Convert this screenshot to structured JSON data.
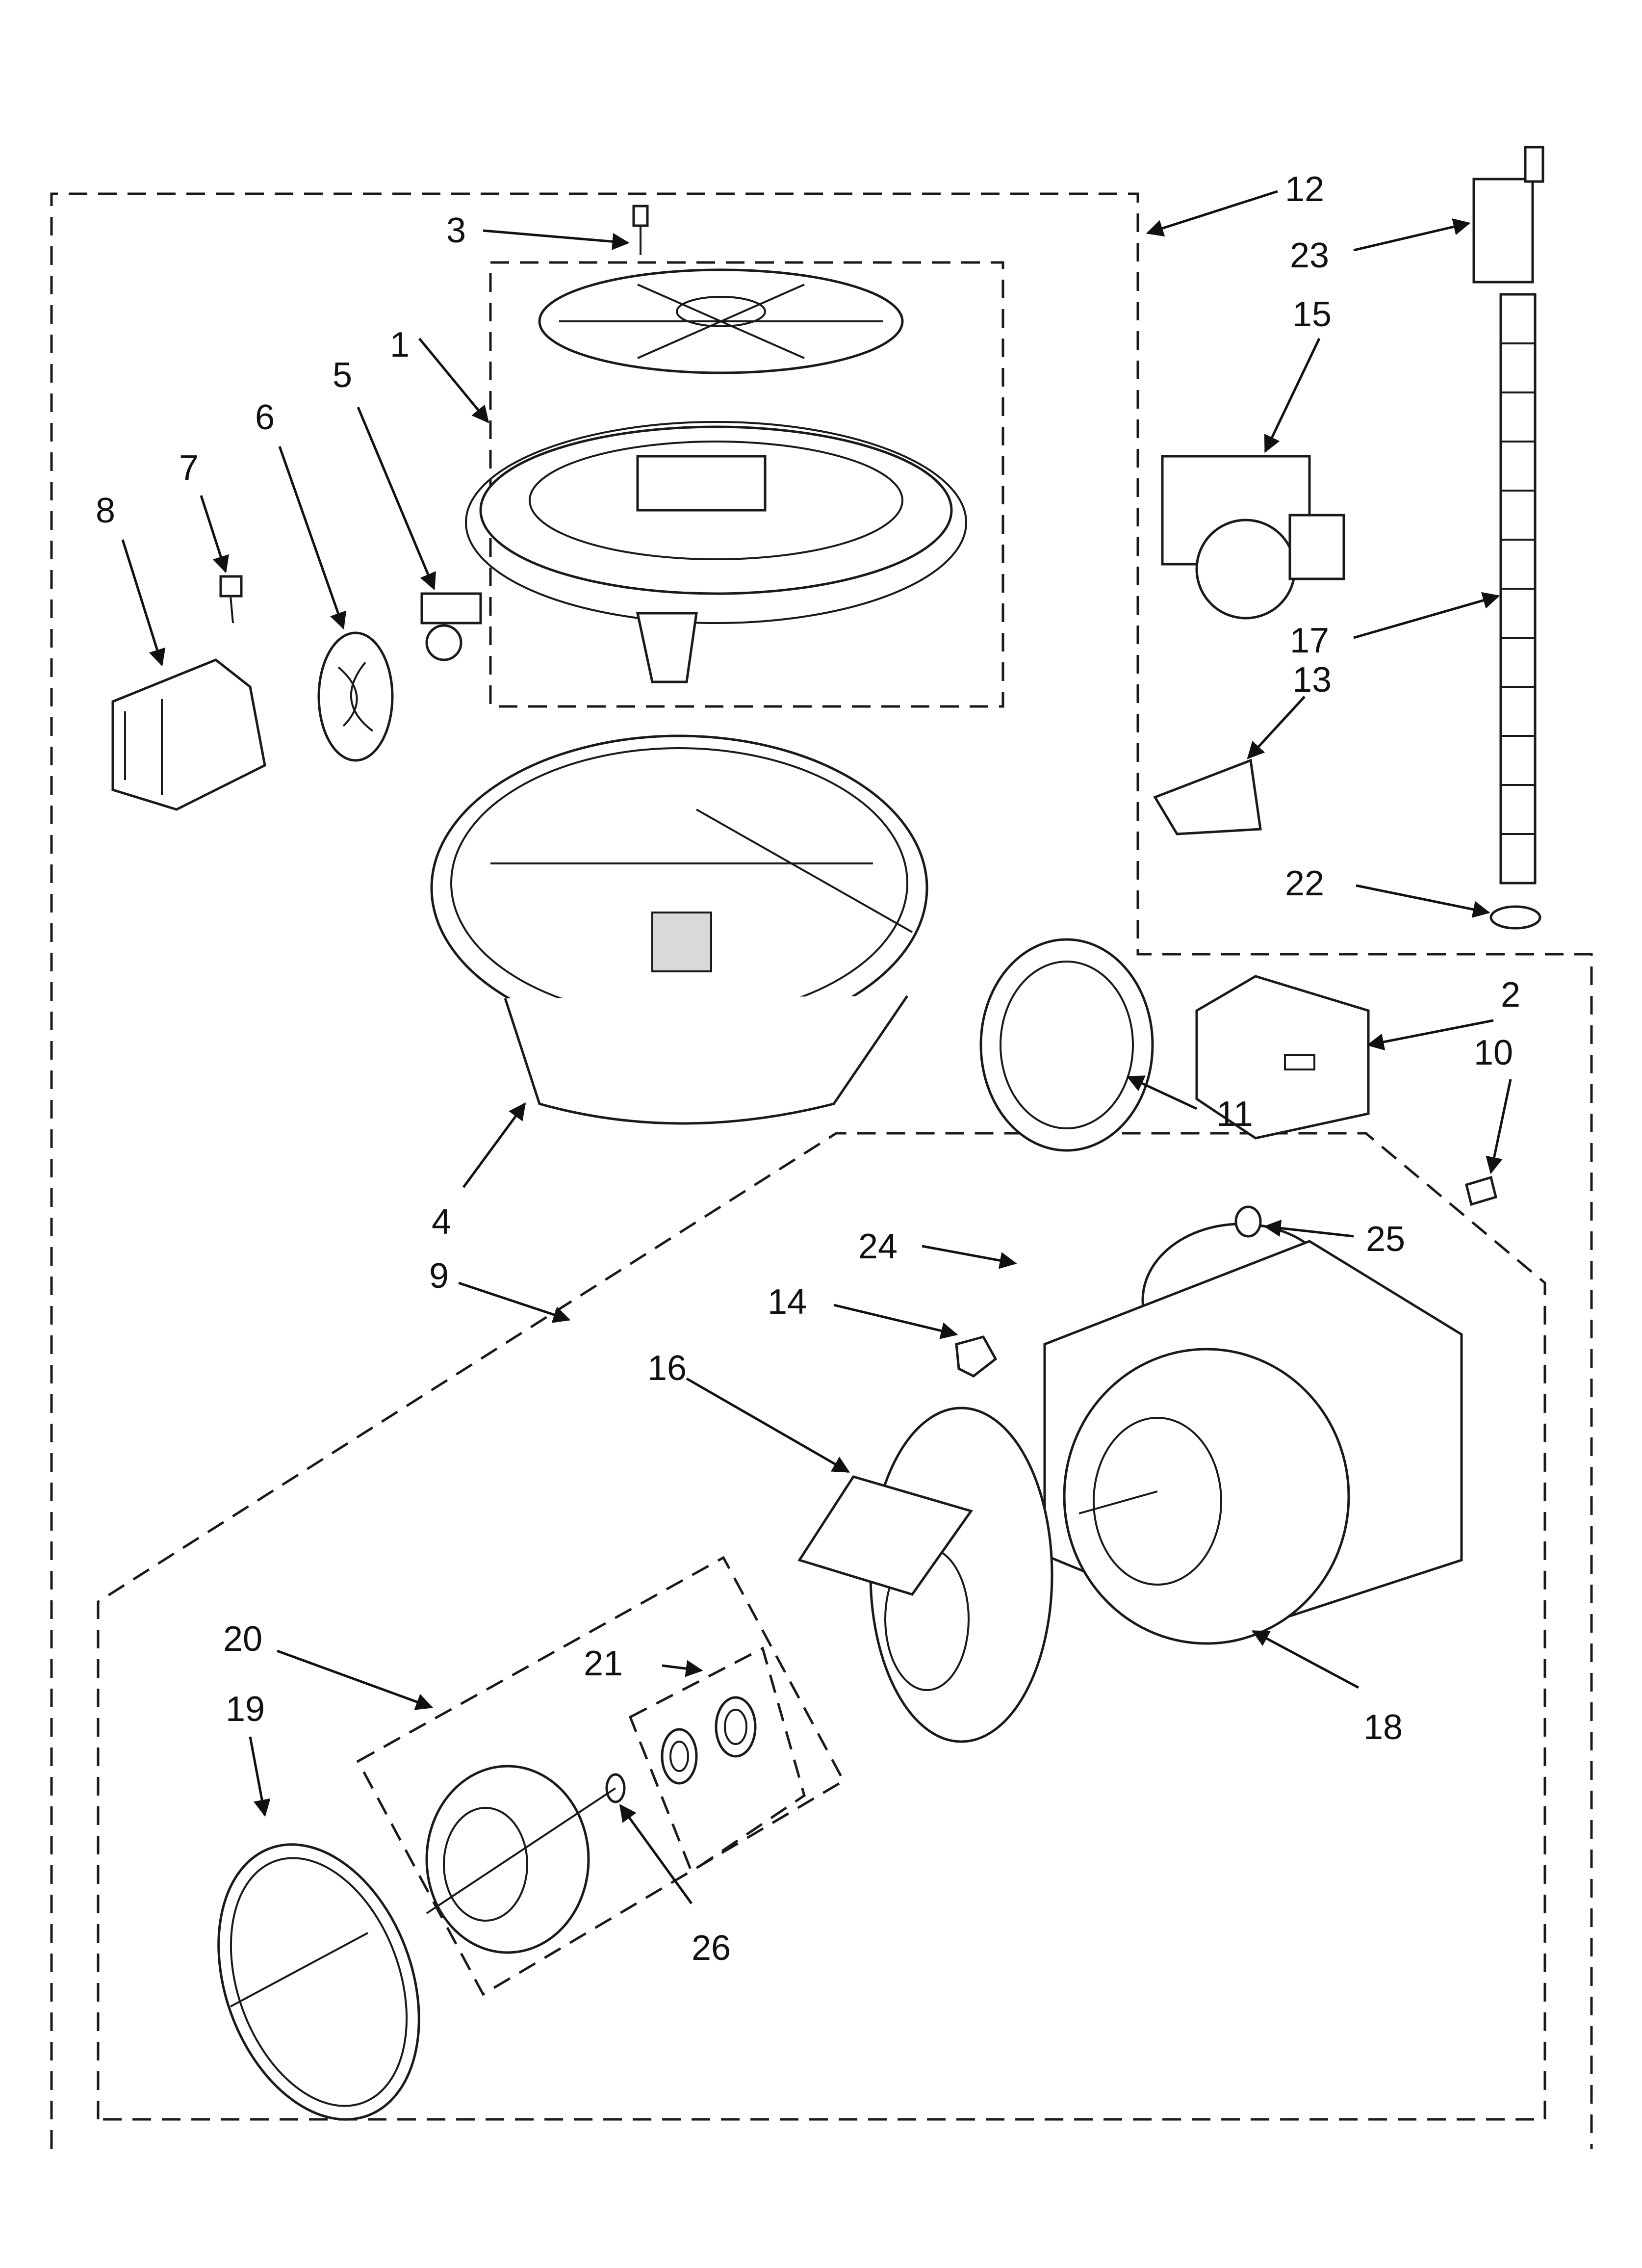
{
  "diagram": {
    "type": "exploded-parts-view",
    "callouts": [
      {
        "id": "1",
        "label": "1"
      },
      {
        "id": "2",
        "label": "2"
      },
      {
        "id": "3",
        "label": "3"
      },
      {
        "id": "4",
        "label": "4"
      },
      {
        "id": "5",
        "label": "5"
      },
      {
        "id": "6",
        "label": "6"
      },
      {
        "id": "7",
        "label": "7"
      },
      {
        "id": "8",
        "label": "8"
      },
      {
        "id": "9",
        "label": "9"
      },
      {
        "id": "10",
        "label": "10"
      },
      {
        "id": "11",
        "label": "11"
      },
      {
        "id": "12",
        "label": "12"
      },
      {
        "id": "13",
        "label": "13"
      },
      {
        "id": "14",
        "label": "14"
      },
      {
        "id": "15",
        "label": "15"
      },
      {
        "id": "16",
        "label": "16"
      },
      {
        "id": "17",
        "label": "17"
      },
      {
        "id": "18",
        "label": "18"
      },
      {
        "id": "19",
        "label": "19"
      },
      {
        "id": "20",
        "label": "20"
      },
      {
        "id": "21",
        "label": "21"
      },
      {
        "id": "22",
        "label": "22"
      },
      {
        "id": "23",
        "label": "23"
      },
      {
        "id": "24",
        "label": "24"
      },
      {
        "id": "25",
        "label": "25"
      },
      {
        "id": "26",
        "label": "26"
      }
    ]
  }
}
